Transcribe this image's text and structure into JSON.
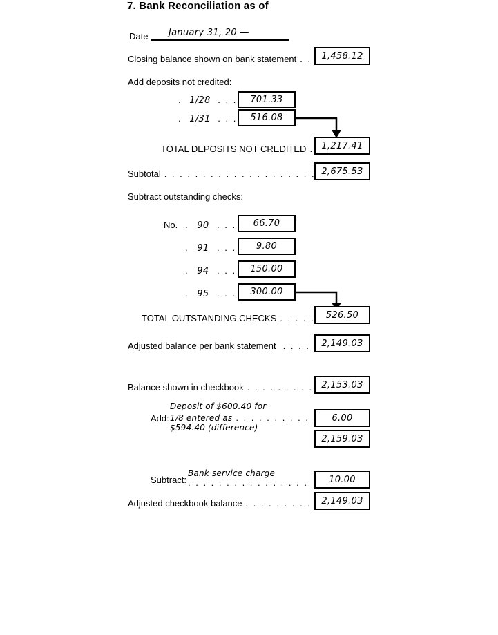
{
  "title": "7. Bank Reconciliation as of",
  "date": {
    "label": "Date",
    "value": "January 31, 20 —"
  },
  "bank": {
    "closing_balance": {
      "label": "Closing balance shown on bank statement",
      "dots": ". .",
      "value": "1,458.12"
    },
    "deposits_heading": "Add deposits not credited:",
    "deposits": [
      {
        "prefix_dots": ".",
        "date": "1/28",
        "suffix_dots": ". . . .",
        "value": "701.33"
      },
      {
        "prefix_dots": ".",
        "date": "1/31",
        "suffix_dots": ". . . .",
        "value": "516.08"
      }
    ],
    "total_deposits": {
      "label": "TOTAL DEPOSITS NOT CREDITED",
      "dots": ". .",
      "value": "1,217.41"
    },
    "subtotal": {
      "label": "Subtotal",
      "dots": ". . . . . . . . . . . . . . . . . . . .",
      "value": "2,675.53"
    },
    "checks_heading": "Subtract outstanding checks:",
    "no_label": "No.",
    "checks": [
      {
        "prefix_dots": ".",
        "number": "90",
        "suffix_dots": ". . .",
        "value": "66.70"
      },
      {
        "prefix_dots": ".",
        "number": "91",
        "suffix_dots": ". . . .",
        "value": "9.80"
      },
      {
        "prefix_dots": ".",
        "number": "94",
        "suffix_dots": ". . . .",
        "value": "150.00"
      },
      {
        "prefix_dots": ".",
        "number": "95",
        "suffix_dots": ". . . .",
        "value": "300.00"
      }
    ],
    "total_checks": {
      "label": "TOTAL OUTSTANDING CHECKS",
      "dots": ". . . . .",
      "value": "526.50"
    },
    "adjusted_balance": {
      "label": "Adjusted balance per bank statement",
      "dots": ". . . .",
      "value": "2,149.03"
    }
  },
  "checkbook": {
    "balance": {
      "label": "Balance shown in checkbook",
      "dots": ". . . . . . . . .",
      "value": "2,153.03"
    },
    "add": {
      "label": "Add:",
      "note_line1": "Deposit of $600.40 for",
      "note_line2": "1/8 entered as",
      "note_line3": "$594.40 (difference)",
      "dots": ". . . . . . . . . . . .",
      "value": "6.00",
      "subtotal_value": "2,159.03"
    },
    "subtract": {
      "label": "Subtract:",
      "note": "Bank service charge",
      "dots": ". . . . . . . . . . . . . . . .",
      "value": "10.00"
    },
    "adjusted": {
      "label": "Adjusted checkbook balance",
      "dots": ". . . . . . . . .",
      "value": "2,149.03"
    }
  }
}
